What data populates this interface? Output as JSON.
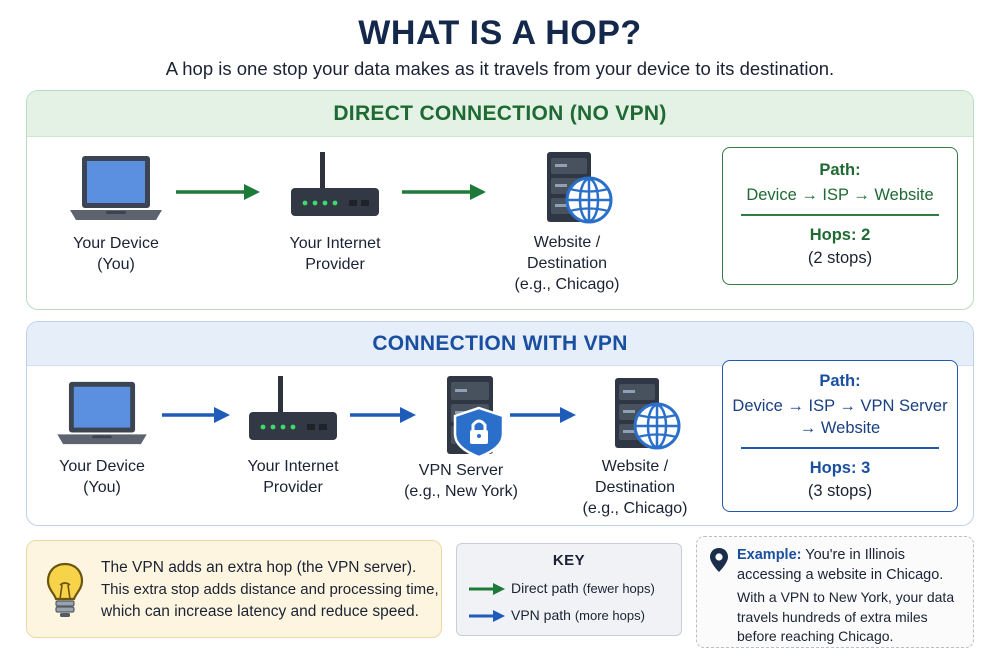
{
  "title": "WHAT IS A HOP?",
  "subtitle": "A hop is one stop your data makes as it travels from your device to its destination.",
  "direct": {
    "header": "DIRECT CONNECTION (NO VPN)",
    "device_label": [
      "Your Device",
      "(You)"
    ],
    "isp_label": [
      "Your Internet",
      "Provider"
    ],
    "website_label": [
      "Website /",
      "Destination",
      "(e.g., Chicago)"
    ],
    "path_title": "Path:",
    "path_value": "Device → ISP → Website",
    "hops": "Hops: 2",
    "stops": "(2 stops)"
  },
  "vpn": {
    "header": "CONNECTION WITH VPN",
    "device_label": [
      "Your Device",
      "(You)"
    ],
    "isp_label": [
      "Your Internet",
      "Provider"
    ],
    "vpn_label": [
      "VPN Server",
      "(e.g., New York)"
    ],
    "website_label": [
      "Website /",
      "Destination",
      "(e.g., Chicago)"
    ],
    "path_title": "Path:",
    "path_value": [
      "Device → ISP → VPN Server",
      "→ Website"
    ],
    "hops": "Hops: 3",
    "stops": "(3 stops)"
  },
  "note": {
    "icon": "lightbulb-icon",
    "lines": [
      "The VPN adds an extra hop (the VPN server).",
      "This extra stop adds distance and processing time,",
      "which can increase latency and reduce speed."
    ]
  },
  "key": {
    "title": "KEY",
    "direct_label": "Direct path",
    "direct_note": "(fewer hops)",
    "vpn_label": "VPN path",
    "vpn_note": "(more hops)"
  },
  "example": {
    "icon": "location-pin-icon",
    "lead": "Example:",
    "line1_rest": " You're in Illinois",
    "line2": "accessing a website in Chicago.",
    "body": [
      "With a VPN to New York, your data",
      "travels hundreds of extra miles",
      "before reaching Chicago."
    ]
  },
  "colors": {
    "direct_green": "#1f6a33",
    "vpn_blue": "#1a4fa0",
    "arrow_green": "#1e7a38",
    "arrow_blue": "#1f5bb8"
  }
}
